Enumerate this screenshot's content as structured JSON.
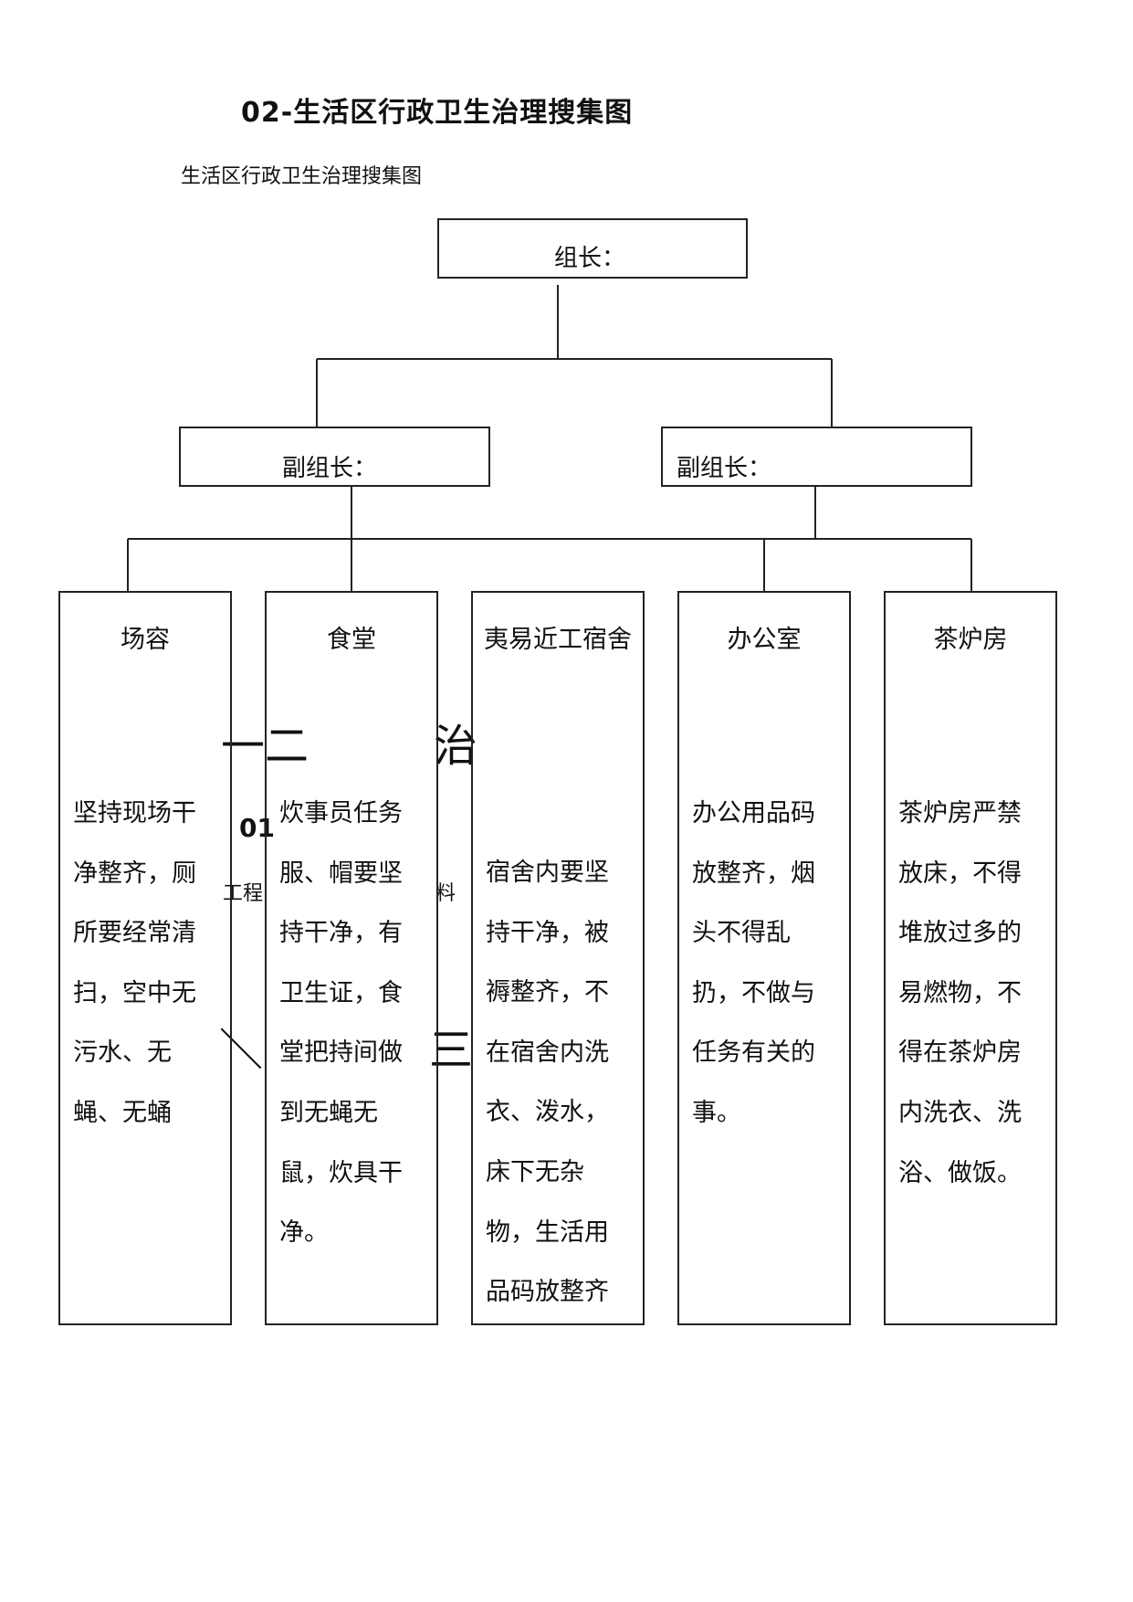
{
  "title": "02-生活区行政卫生治理搜集图",
  "subtitle": "生活区行政卫生治理搜集图",
  "chart": {
    "leader": "组长：",
    "deputy_left": "副组长：",
    "deputy_right": "副组长：",
    "departments": [
      {
        "name": "场容",
        "duty": "坚持现场干净整齐，厕所要经常清扫，空中无污水、无蝇、无蛹"
      },
      {
        "name": "食堂",
        "duty": "炊事员任务服、帽要坚持干净，有卫生证，食堂把持间做到无蝇无鼠，炊具干净。"
      },
      {
        "name": "夷易近工宿舍",
        "duty": "宿舍内要坚持干净，被褥整齐，不在宿舍内洗衣、泼水，床下无杂物，生活用品码放整齐"
      },
      {
        "name": "办公室",
        "duty": "办公用品码放整齐，烟头不得乱扔，不做与任务有关的事。"
      },
      {
        "name": "茶炉房",
        "duty": "茶炉房严禁放床，不得堆放过多的易燃物，不得在茶炉房内洗衣、洗浴、做饭。"
      }
    ]
  },
  "background_fragments": {
    "a": "一二",
    "b": "治",
    "c": "01",
    "d": "工程",
    "e": "料",
    "f": "＼",
    "g": "三"
  }
}
